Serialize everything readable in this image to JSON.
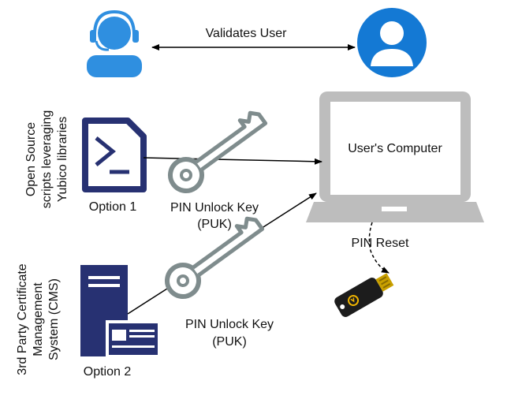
{
  "diagram": {
    "validates_label": "Validates User",
    "computer_label": "User's Computer",
    "option1": {
      "label": "Option 1",
      "side_line1": "Open Source",
      "side_line2": "scripts leveraging",
      "side_line3": "Yubico libraries"
    },
    "option2": {
      "label": "Option 2",
      "side_line1": "3rd Party Certificate",
      "side_line2": "Management",
      "side_line3": "System (CMS)"
    },
    "puk1": {
      "line1": "PIN Unlock Key",
      "line2": "(PUK)"
    },
    "puk2": {
      "line1": "PIN Unlock Key",
      "line2": "(PUK)"
    },
    "pin_reset_label": "PIN Reset"
  },
  "icons": {
    "support_agent": "headset-agent-icon",
    "user": "user-avatar-icon",
    "script": "powershell-script-icon",
    "cms": "server-cms-icon",
    "key": "key-icon",
    "laptop": "laptop-icon",
    "security_key": "yubikey-icon"
  },
  "colors": {
    "agent_blue": "#2f8fe0",
    "user_blue": "#1479d4",
    "navy": "#273172",
    "key_gray": "#7f8c8d",
    "laptop_gray": "#bdbdbd",
    "yubikey_black": "#1c1c1c",
    "yubikey_gold": "#f2b600"
  }
}
